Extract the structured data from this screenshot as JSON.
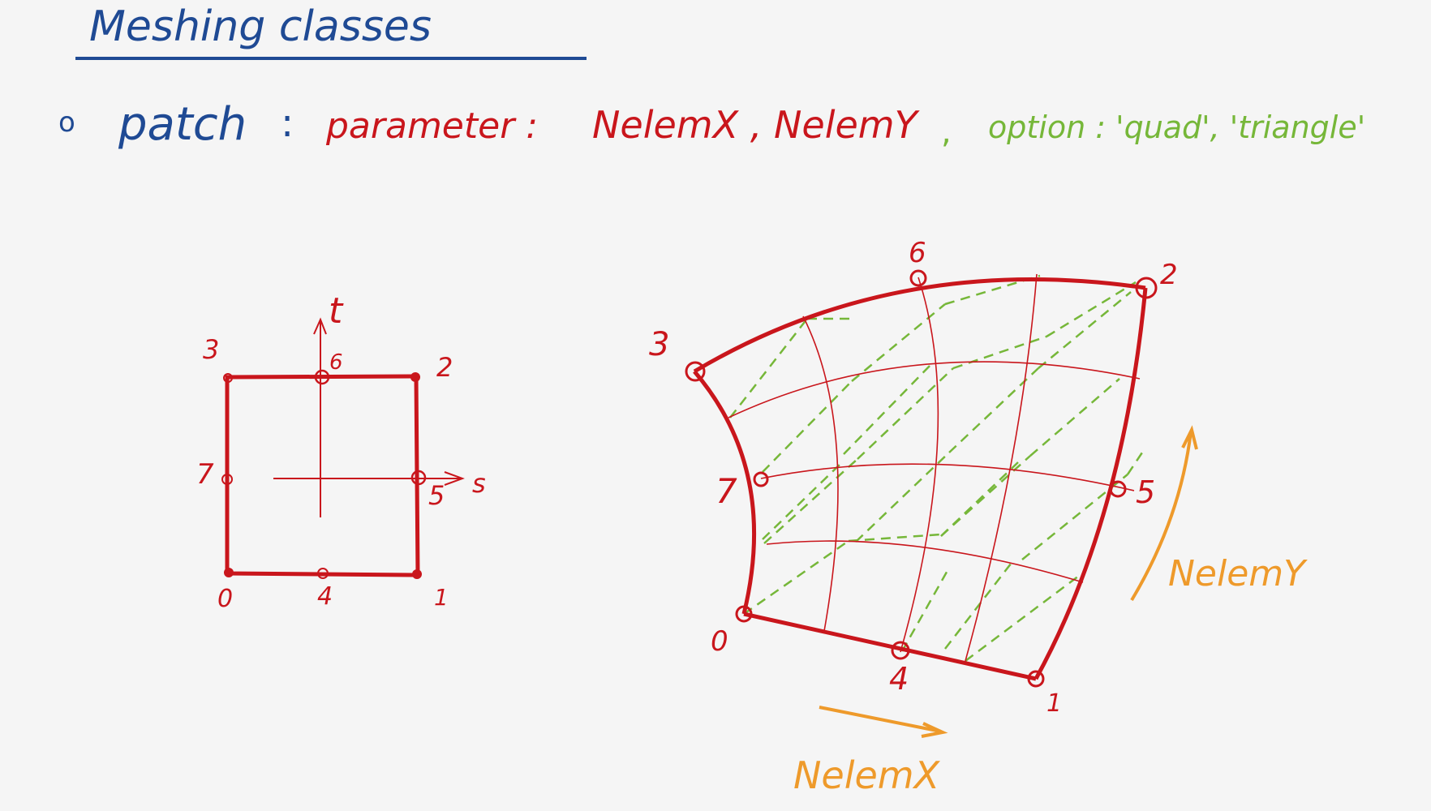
{
  "title": "Meshing classes",
  "bullet": {
    "marker": "o",
    "name": "patch",
    "sep1": ":",
    "param_label": "parameter :",
    "param_values": "NelemX , NelemY",
    "comma": ",",
    "option": "option : 'quad', 'triangle'"
  },
  "reference_square": {
    "axis_t": "t",
    "axis_s": "s",
    "nodes": [
      "0",
      "1",
      "2",
      "3",
      "4",
      "5",
      "6",
      "7"
    ]
  },
  "mapped_patch": {
    "nodes": [
      "0",
      "1",
      "2",
      "3",
      "4",
      "5",
      "6",
      "7"
    ],
    "label_x": "NelemX",
    "label_y": "NelemY"
  },
  "colors": {
    "blue": "#1f4a94",
    "red": "#c9161c",
    "green": "#76b739",
    "orange": "#ee9a2b"
  }
}
